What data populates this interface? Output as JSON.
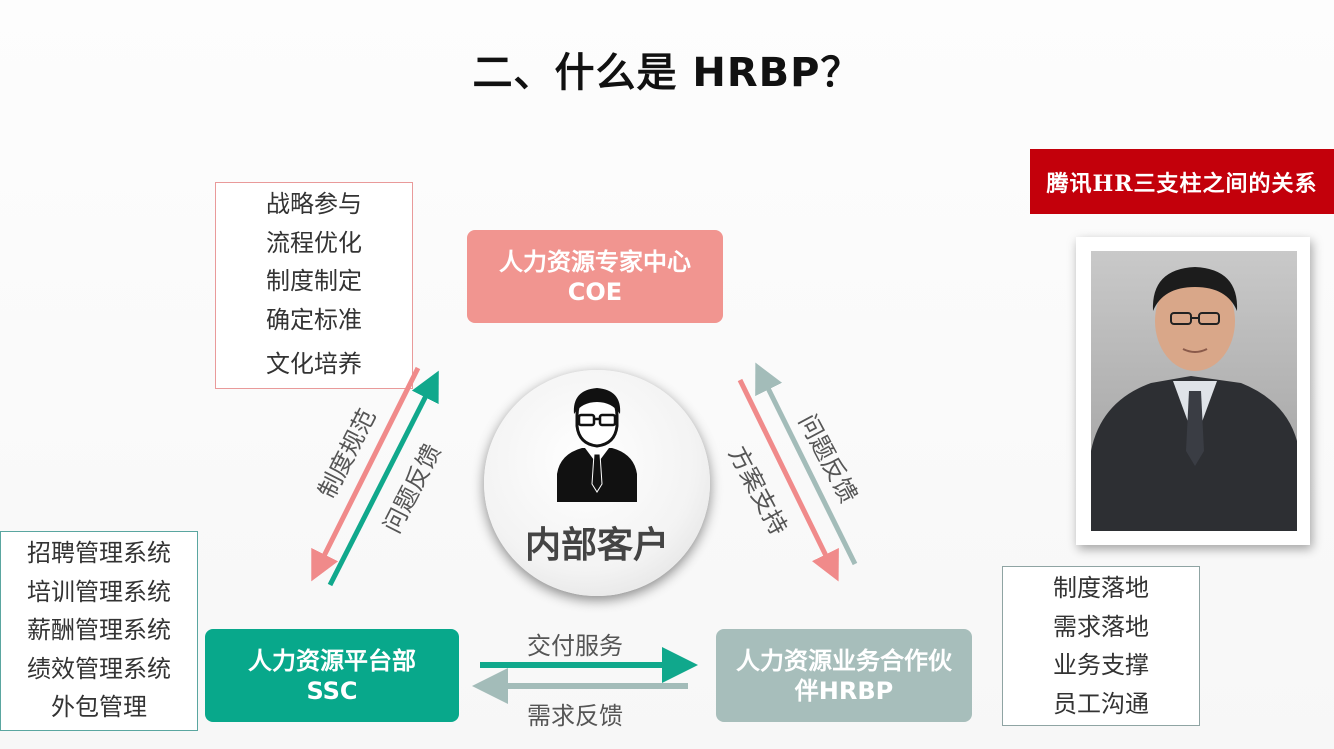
{
  "title": "二、什么是 HRBP？",
  "coe": {
    "name": "人力资源专家中心",
    "abbr": "COE",
    "functions": [
      "战略参与",
      "流程优化",
      "制度制定",
      "确定标准",
      "文化培养"
    ],
    "color": "#f19590"
  },
  "ssc": {
    "name": "人力资源平台部",
    "abbr": "SSC",
    "functions": [
      "招聘管理系统",
      "培训管理系统",
      "薪酬管理系统",
      "绩效管理系统",
      "外包管理"
    ],
    "color": "#08a88b"
  },
  "hrbp": {
    "name_line1": "人力资源业务合作伙",
    "name_line2": "伴HRBP",
    "functions": [
      "制度落地",
      "需求落地",
      "业务支撑",
      "员工沟通"
    ],
    "color": "#a7bebb"
  },
  "center": {
    "label": "内部客户",
    "icon": "businessman-icon"
  },
  "relations": {
    "coe_to_ssc": "制度规范",
    "ssc_to_coe": "问题反馈",
    "coe_to_hrbp": "方案支持",
    "hrbp_to_coe": "问题反馈",
    "ssc_to_hrbp": "交付服务",
    "hrbp_to_ssc": "需求反馈"
  },
  "banner": "腾讯HR三支柱之间的关系",
  "photo_icon": "portrait-photo",
  "colors": {
    "red_arrow": "#f08a8a",
    "teal_arrow": "#10a88c",
    "gray_arrow": "#a3bcb9",
    "banner": "#c3000b"
  }
}
